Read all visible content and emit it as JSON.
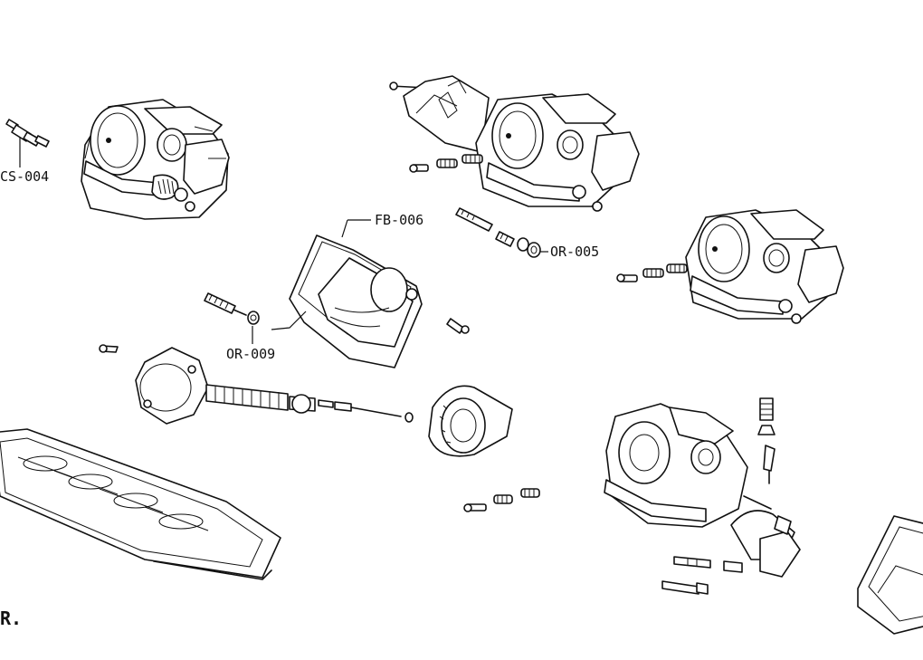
{
  "diagram": {
    "callouts": [
      {
        "id": "cs",
        "label": "CS-004"
      },
      {
        "id": "fb",
        "label": "FB-006"
      },
      {
        "id": "or5",
        "label": "OR-005"
      },
      {
        "id": "or9",
        "label": "OR-009"
      }
    ],
    "corner_mark": "R."
  }
}
